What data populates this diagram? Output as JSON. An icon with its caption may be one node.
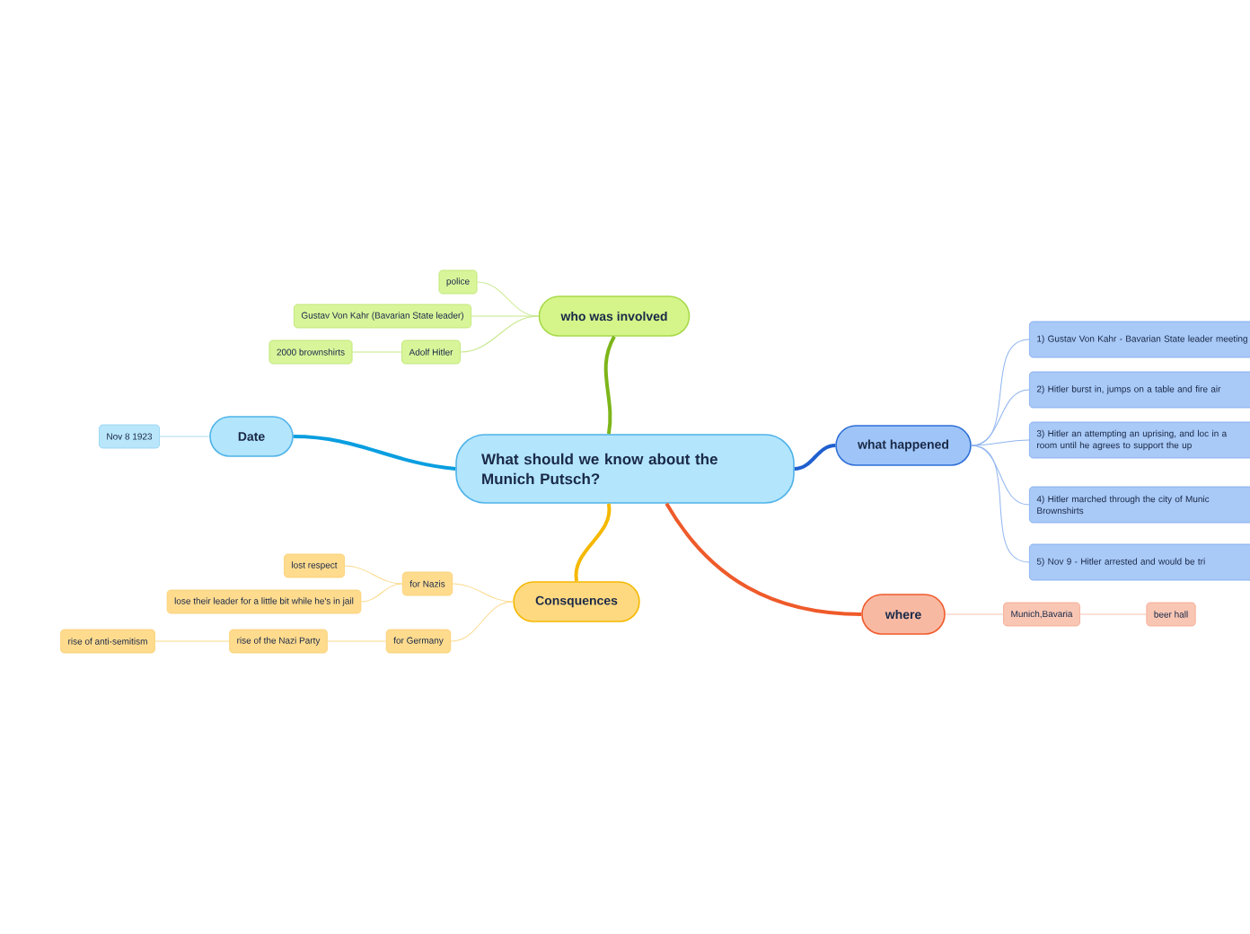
{
  "diagram": {
    "nodes": [
      {
        "text": [
          "What should we know about the Munich Putsch?"
        ]
      },
      {
        "text": [
          "who was involved"
        ]
      },
      {
        "text": [
          "police"
        ]
      },
      {
        "text": [
          "Gustav Von Kahr (Bavarian State leader)"
        ]
      },
      {
        "text": [
          "Adolf Hitler"
        ]
      },
      {
        "text": [
          "2000 brownshirts"
        ]
      },
      {
        "text": [
          "Date"
        ]
      },
      {
        "text": [
          "Nov 8 1923"
        ]
      },
      {
        "text": [
          "what happened"
        ]
      },
      {
        "text": [
          "1) Gustav Von Kahr - Bavarian State leader meeting"
        ]
      },
      {
        "text": [
          "2) Hitler burst in, jumps on a table and fire air"
        ]
      },
      {
        "text": [
          "3) Hitler an attempting an uprising, and loc in a room until he agrees to support the up"
        ]
      },
      {
        "text": [
          "4) Hitler marched through the city of Munic Brownshirts"
        ]
      },
      {
        "text": [
          "5) Nov 9 - Hitler arrested and would be tri"
        ]
      },
      {
        "text": [
          "where"
        ]
      },
      {
        "text": [
          "Munich,Bavaria"
        ]
      },
      {
        "text": [
          "beer hall"
        ]
      },
      {
        "text": [
          "Consquences"
        ]
      },
      {
        "text": [
          "for Nazis"
        ]
      },
      {
        "text": [
          "lost respect"
        ]
      },
      {
        "text": [
          "lose their leader for a little bit while he's in jail"
        ]
      },
      {
        "text": [
          "for Germany"
        ]
      },
      {
        "text": [
          "rise of the Nazi Party"
        ]
      },
      {
        "text": [
          "rise of anti-semitism"
        ]
      }
    ],
    "edges": [
      {
        "from": 0,
        "to": 1,
        "arrow": "none",
        "style": "thick",
        "color": "#7cb518"
      },
      {
        "from": 1,
        "to": 2,
        "arrow": "none",
        "color": "#c6e88a"
      },
      {
        "from": 1,
        "to": 3,
        "arrow": "none",
        "color": "#c6e88a"
      },
      {
        "from": 1,
        "to": 4,
        "arrow": "none",
        "color": "#c6e88a"
      },
      {
        "from": 4,
        "to": 5,
        "arrow": "none",
        "color": "#c6e88a"
      },
      {
        "from": 0,
        "to": 6,
        "arrow": "none",
        "style": "thick",
        "color": "#0a9ee0"
      },
      {
        "from": 6,
        "to": 7,
        "arrow": "none",
        "color": "#a9dcf7"
      },
      {
        "from": 0,
        "to": 8,
        "arrow": "none",
        "style": "thick",
        "color": "#1f5fcf"
      },
      {
        "from": 8,
        "to": 9,
        "arrow": "none",
        "color": "#8fb4ef"
      },
      {
        "from": 8,
        "to": 10,
        "arrow": "none",
        "color": "#8fb4ef"
      },
      {
        "from": 8,
        "to": 11,
        "arrow": "none",
        "color": "#8fb4ef"
      },
      {
        "from": 8,
        "to": 12,
        "arrow": "none",
        "color": "#8fb4ef"
      },
      {
        "from": 8,
        "to": 13,
        "arrow": "none",
        "color": "#8fb4ef"
      },
      {
        "from": 0,
        "to": 14,
        "arrow": "none",
        "style": "thick",
        "color": "#ef5a2a"
      },
      {
        "from": 14,
        "to": 15,
        "arrow": "none",
        "color": "#f7c4b2"
      },
      {
        "from": 15,
        "to": 16,
        "arrow": "none",
        "color": "#f7c4b2"
      },
      {
        "from": 0,
        "to": 17,
        "arrow": "none",
        "style": "thick",
        "color": "#f5b800"
      },
      {
        "from": 17,
        "to": 18,
        "arrow": "none",
        "color": "#fbd98a"
      },
      {
        "from": 18,
        "to": 19,
        "arrow": "none",
        "color": "#fbd98a"
      },
      {
        "from": 18,
        "to": 20,
        "arrow": "none",
        "color": "#fbd98a"
      },
      {
        "from": 17,
        "to": 21,
        "arrow": "none",
        "color": "#fbd98a"
      },
      {
        "from": 21,
        "to": 22,
        "arrow": "none",
        "color": "#fbd98a"
      },
      {
        "from": 22,
        "to": 23,
        "arrow": "none",
        "color": "#fbd98a"
      }
    ]
  }
}
